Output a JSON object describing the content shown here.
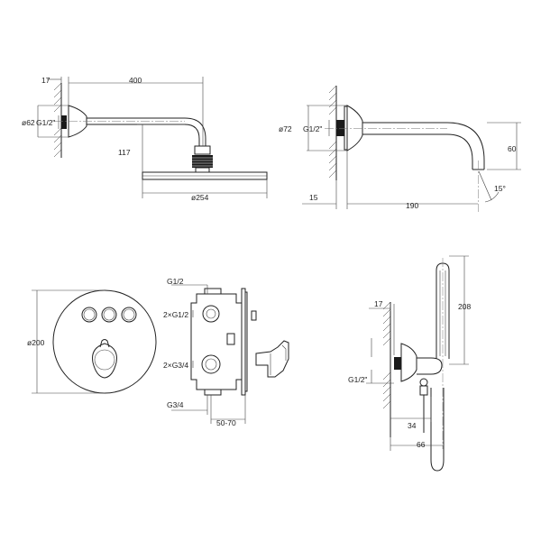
{
  "dimensions": {
    "shower_wall_17": "17",
    "shower_arm_400": "400",
    "shower_flange_62": "ø62",
    "shower_thread": "G1/2\"",
    "shower_drop_117": "117",
    "shower_head_254": "ø254",
    "spout_flange_72": "ø72",
    "spout_thread": "G1/2\"",
    "spout_height_60": "60",
    "spout_wall_15": "15",
    "spout_reach_190": "190",
    "spout_angle": "15°",
    "plate_diameter": "ø200",
    "box_inlet_top": "G1/2",
    "box_outlets_12": "2×G1/2",
    "box_outlets_34": "2×G3/4",
    "box_inlet_bottom": "G3/4",
    "box_depth": "50-70",
    "hand_wall_17": "17",
    "hand_height_208": "208",
    "hand_thread": "G1/2\"",
    "hand_offset_34": "34",
    "hand_offset_66": "66"
  }
}
